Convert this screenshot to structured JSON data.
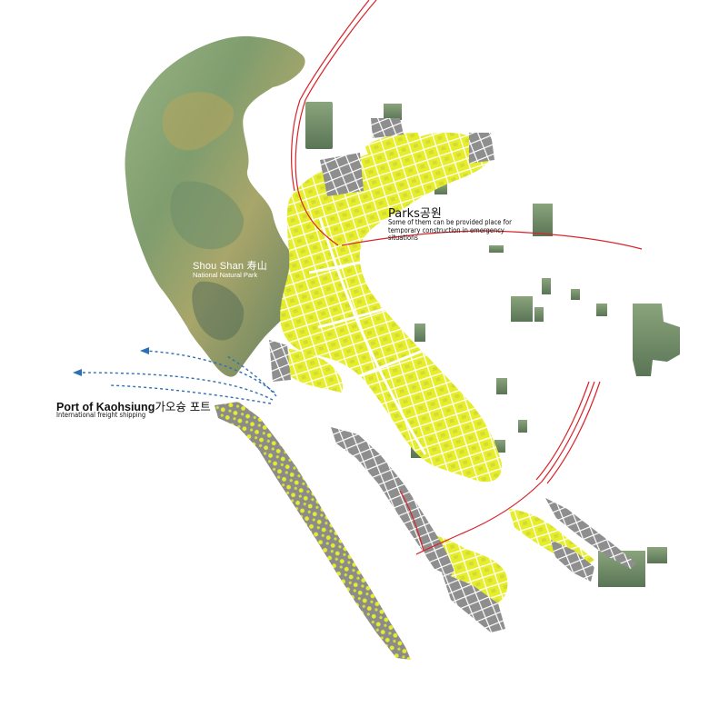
{
  "labels": {
    "parks_title_en": "Parks",
    "parks_title_kr": "공원",
    "parks_description": "Some of them can be provided place for temporary construction in emergency situations",
    "port_title_en": "Port of Kaohsiung",
    "port_title_kr": "가오슝 포트",
    "port_description": "International freight shipping",
    "mountain_name_en": "Shou Shan",
    "mountain_name_cjk": "寿山",
    "mountain_description": "National Natural Park"
  },
  "colors": {
    "park_green": "#8fa77a",
    "park_dark": "#6e8a66",
    "urban_yellow": "#eaf22a",
    "block_grey": "#8c8c8c",
    "rail_red": "#d8232a",
    "shipping_blue": "#2f6fb3"
  }
}
